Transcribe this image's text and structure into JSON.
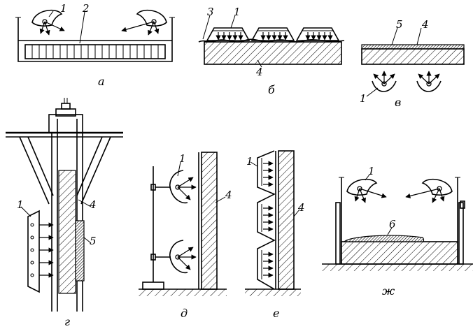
{
  "captions": {
    "a": "а",
    "b": "б",
    "v": "в",
    "g": "г",
    "d": "д",
    "e": "е",
    "zh": "ж"
  },
  "labels": {
    "a_1": "1",
    "a_2": "2",
    "b_3": "3",
    "b_1": "1",
    "b_4": "4",
    "v_5": "5",
    "v_4": "4",
    "v_1": "1",
    "g_1": "1",
    "g_4": "4",
    "g_5": "5",
    "d_1": "1",
    "d_4": "4",
    "e_1": "1",
    "e_4": "4",
    "zh_1": "1",
    "zh_6": "6"
  }
}
